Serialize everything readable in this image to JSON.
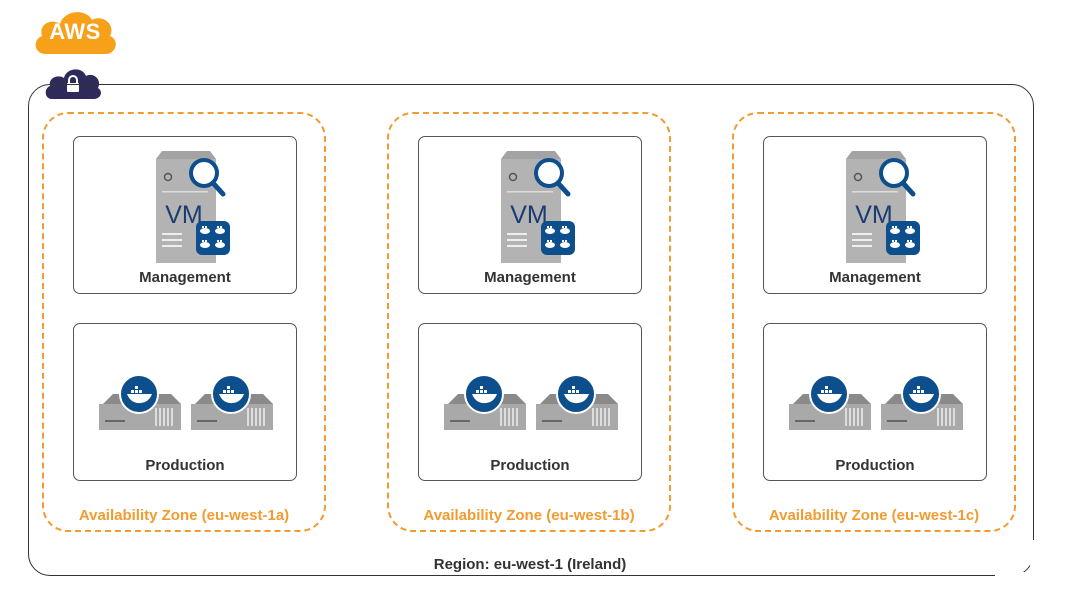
{
  "provider_badge": {
    "label": "AWS",
    "color": "#f7a11a",
    "icon": "cloud-icon"
  },
  "vpc_badge": {
    "icon": "lock-cloud-icon",
    "color": "#2e2a5a"
  },
  "region": {
    "label": "Region: eu-west-1 (Ireland)"
  },
  "colors": {
    "zone_border": "#f29b30",
    "server_gray": "#9e9e9e",
    "docker_blue": "#0d4f8c"
  },
  "availability_zones": [
    {
      "label": "Availability Zone (eu-west-1a)",
      "subnets": {
        "management": "Management",
        "production": "Production"
      },
      "vm_label": "VM"
    },
    {
      "label": "Availability Zone (eu-west-1b)",
      "subnets": {
        "management": "Management",
        "production": "Production"
      },
      "vm_label": "VM"
    },
    {
      "label": "Availability Zone (eu-west-1c)",
      "subnets": {
        "management": "Management",
        "production": "Production"
      },
      "vm_label": "VM"
    }
  ]
}
